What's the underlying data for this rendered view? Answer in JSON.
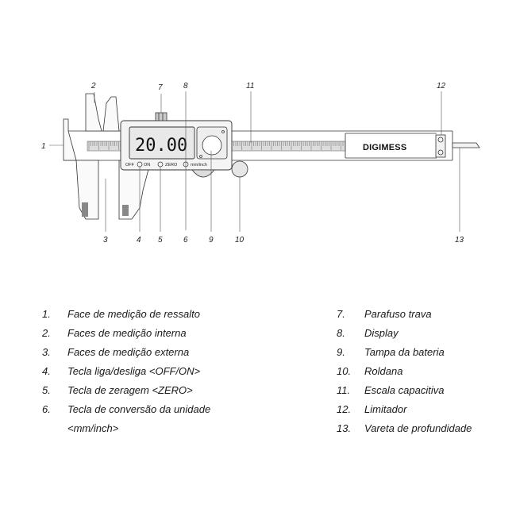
{
  "diagram": {
    "brand": "DIGIMESS",
    "lcd_value": "20.00",
    "button_labels": {
      "off_on": "OFF",
      "on": "ON",
      "zero": "ZERO",
      "mm_inch": "mm/inch"
    },
    "callouts": [
      "1",
      "2",
      "3",
      "4",
      "5",
      "6",
      "7",
      "8",
      "9",
      "10",
      "11",
      "12",
      "13"
    ]
  },
  "legend": {
    "left": [
      {
        "num": "1.",
        "text": "Face de medição de ressalto"
      },
      {
        "num": "2.",
        "text": "Faces de medição interna"
      },
      {
        "num": "3.",
        "text": "Faces de medição externa"
      },
      {
        "num": "4.",
        "text": "Tecla liga/desliga <OFF/ON>"
      },
      {
        "num": "5.",
        "text": "Tecla de zeragem <ZERO>"
      },
      {
        "num": "6.",
        "text": "Tecla de conversão da unidade"
      },
      {
        "num": "",
        "text": "<mm/inch>"
      }
    ],
    "right": [
      {
        "num": "7.",
        "text": "Parafuso trava"
      },
      {
        "num": "8.",
        "text": "Display"
      },
      {
        "num": "9.",
        "text": "Tampa da bateria"
      },
      {
        "num": "10.",
        "text": "Roldana"
      },
      {
        "num": "11.",
        "text": "Escala capacitiva"
      },
      {
        "num": "12.",
        "text": "Limitador"
      },
      {
        "num": "13.",
        "text": "Vareta de profundidade"
      }
    ]
  }
}
